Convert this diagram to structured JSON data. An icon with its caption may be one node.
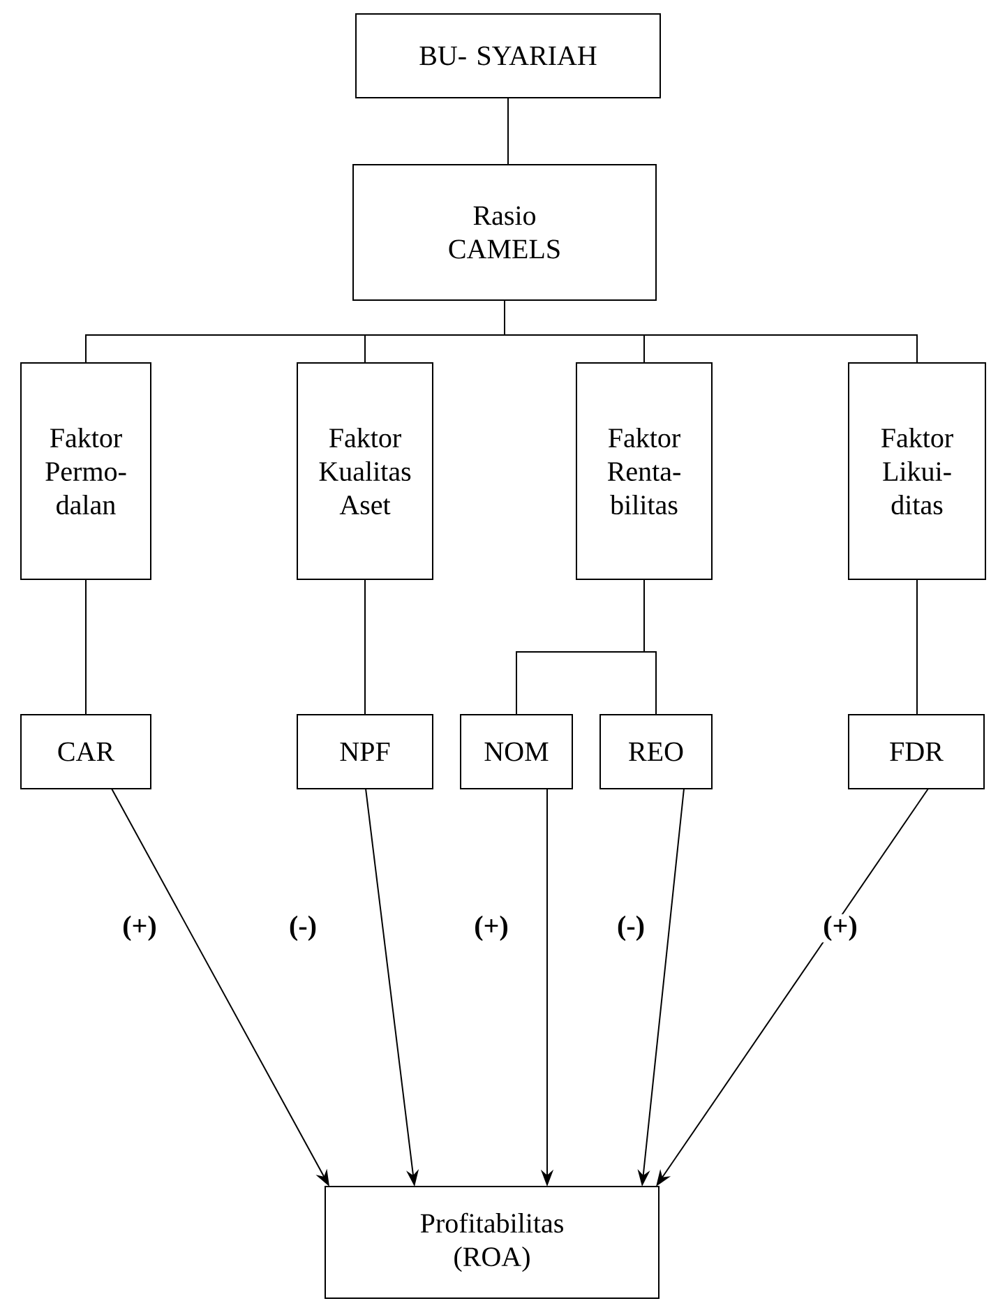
{
  "diagram": {
    "nodes": [
      {
        "text": [
          "BU- SYARIAH"
        ]
      },
      {
        "text": [
          "Rasio CAMELS"
        ]
      },
      {
        "text": [
          "Faktor Permo- dalan"
        ]
      },
      {
        "text": [
          "Faktor Kualitas Aset"
        ]
      },
      {
        "text": [
          "Faktor Renta- bilitas"
        ]
      },
      {
        "text": [
          "Faktor Likui- ditas"
        ]
      },
      {
        "text": [
          "CAR"
        ]
      },
      {
        "text": [
          "NPF"
        ]
      },
      {
        "text": [
          "NOM"
        ]
      },
      {
        "text": [
          "REO"
        ]
      },
      {
        "text": [
          "FDR"
        ]
      },
      {
        "text": [
          "Profitabilitas (ROA)"
        ]
      }
    ],
    "edges": [
      {
        "from": 0,
        "to": 1,
        "arrow": "none"
      },
      {
        "from": 1,
        "to": 2,
        "arrow": "none"
      },
      {
        "from": 1,
        "to": 3,
        "arrow": "none"
      },
      {
        "from": 1,
        "to": 4,
        "arrow": "none"
      },
      {
        "from": 1,
        "to": 5,
        "arrow": "none"
      },
      {
        "from": 2,
        "to": 6,
        "arrow": "none"
      },
      {
        "from": 3,
        "to": 7,
        "arrow": "none"
      },
      {
        "from": 4,
        "to": 8,
        "arrow": "none"
      },
      {
        "from": 4,
        "to": 9,
        "arrow": "none"
      },
      {
        "from": 5,
        "to": 10,
        "arrow": "none"
      },
      {
        "from": 6,
        "to": 11,
        "arrow": "to",
        "label": "(+)"
      },
      {
        "from": 7,
        "to": 11,
        "arrow": "to",
        "label": "(-)"
      },
      {
        "from": 8,
        "to": 11,
        "arrow": "to",
        "label": "(+)"
      },
      {
        "from": 9,
        "to": 11,
        "arrow": "to",
        "label": "(-)"
      },
      {
        "from": 10,
        "to": 11,
        "arrow": "to",
        "label": "(+)"
      }
    ]
  }
}
